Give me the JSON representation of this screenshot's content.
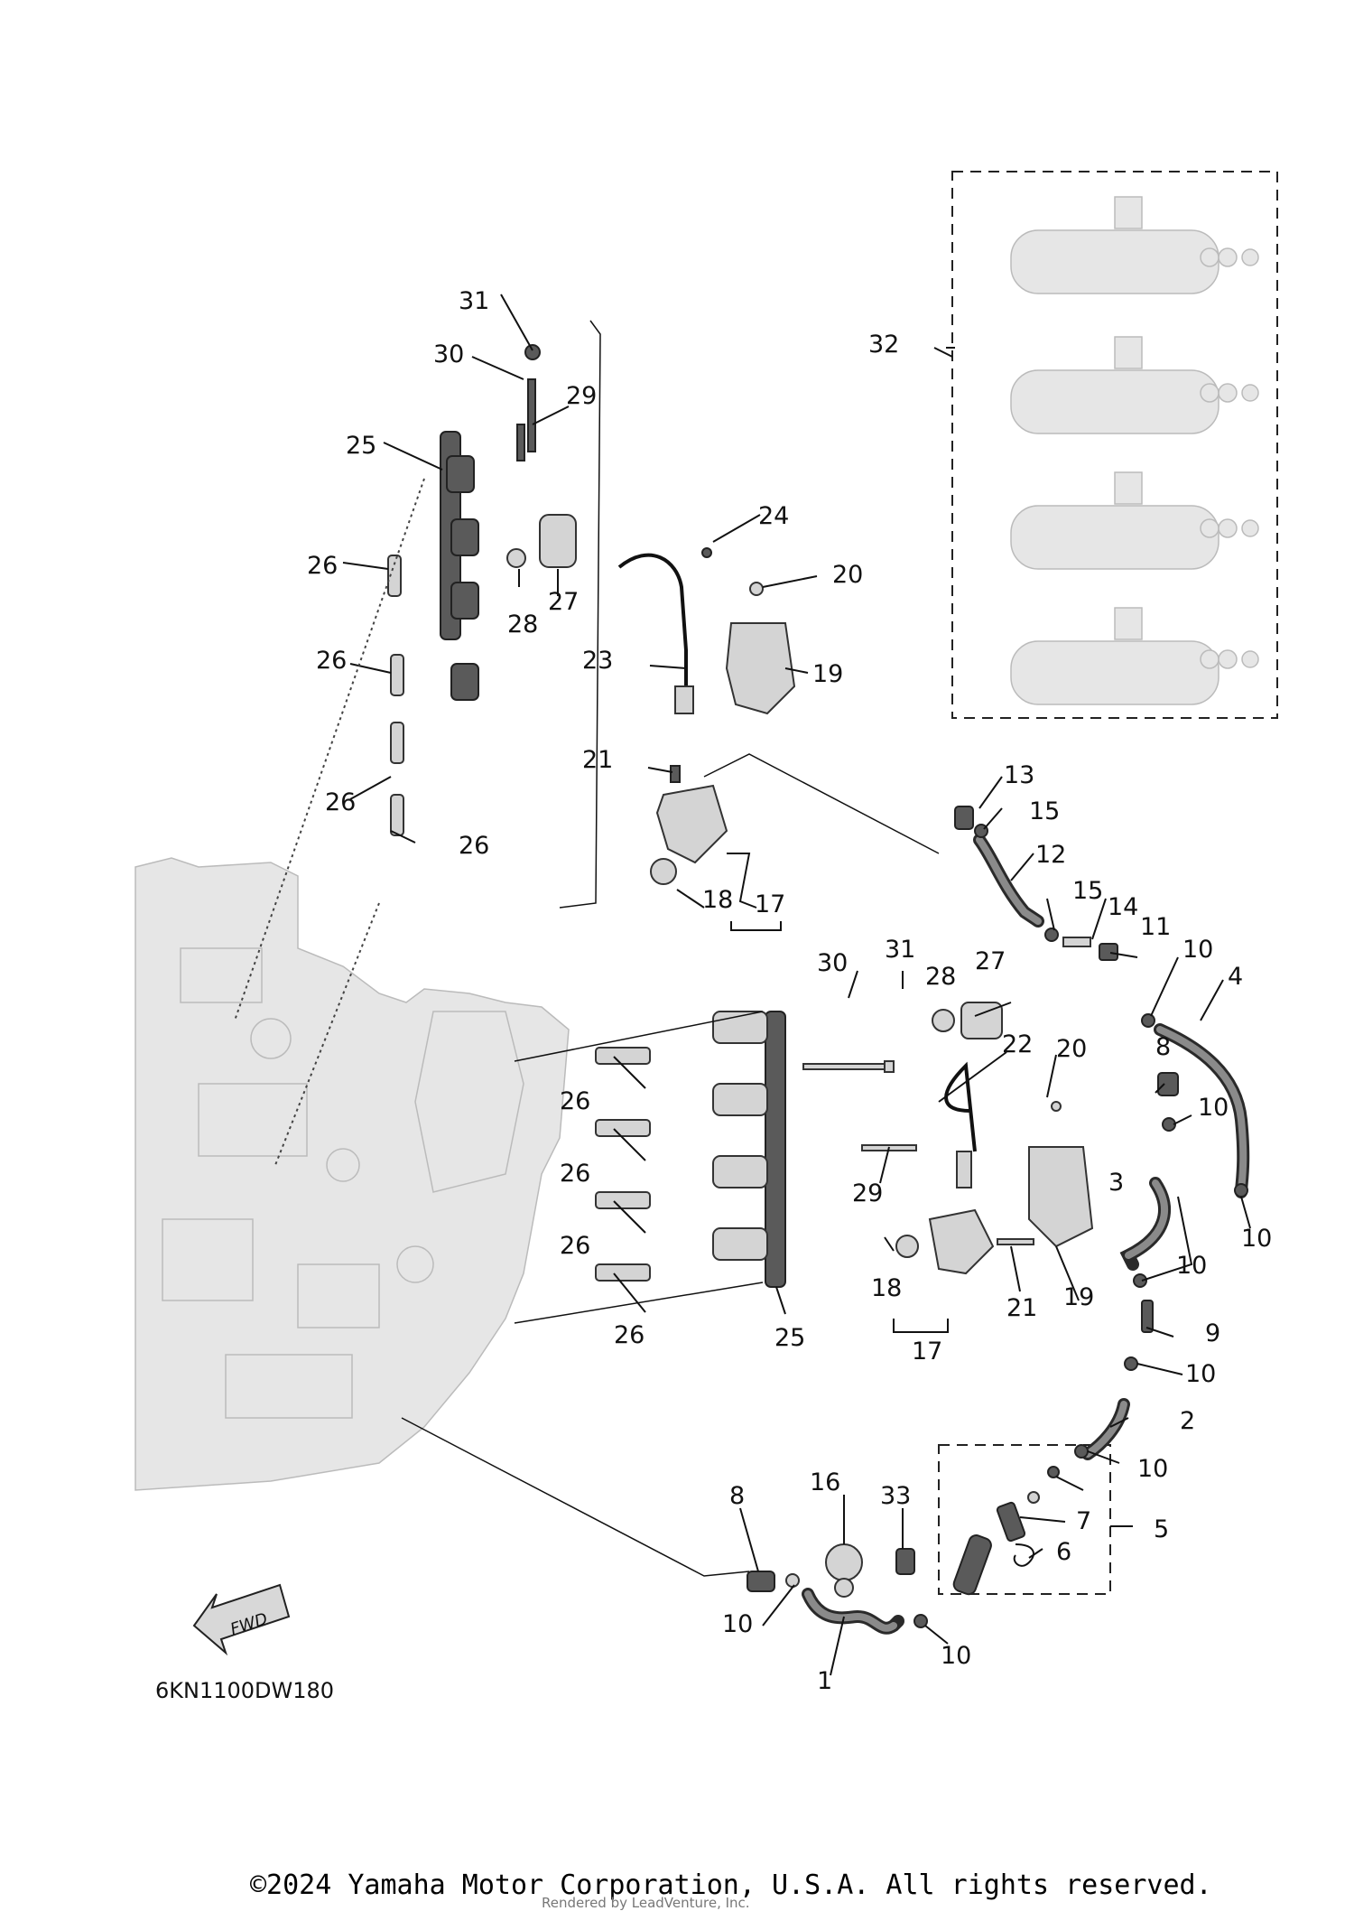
{
  "diagram": {
    "code": "6KN1100DW180",
    "fwd_label": "FWD",
    "callouts": {
      "c31a": "31",
      "c30a": "30",
      "c29a": "29",
      "c25a": "25",
      "c26a": "26",
      "c26b": "26",
      "c26c": "26",
      "c26d": "26",
      "c27a": "27",
      "c28a": "28",
      "c24": "24",
      "c20a": "20",
      "c23": "23",
      "c19a": "19",
      "c21a": "21",
      "c18a": "18",
      "c17a": "17",
      "c32": "32",
      "c13": "13",
      "c15a": "15",
      "c12": "12",
      "c15b": "15",
      "c14": "14",
      "c11": "11",
      "c10a": "10",
      "c4": "4",
      "c30b": "30",
      "c31b": "31",
      "c27b": "27",
      "c28b": "28",
      "c22": "22",
      "c20b": "20",
      "c8a": "8",
      "c10b": "10",
      "c26e": "26",
      "c26f": "26",
      "c26g": "26",
      "c26h": "26",
      "c29b": "29",
      "c3": "3",
      "c10c": "10",
      "c10d": "10",
      "c18b": "18",
      "c21b": "21",
      "c19b": "19",
      "c25b": "25",
      "c17b": "17",
      "c9": "9",
      "c10e": "10",
      "c2": "2",
      "c10f": "10",
      "c7": "7",
      "c5": "5",
      "c6": "6",
      "c8b": "8",
      "c16": "16",
      "c33": "33",
      "c10g": "10",
      "c10h": "10",
      "c1": "1"
    }
  },
  "footer": {
    "copyright": "©2024 Yamaha Motor Corporation, U.S.A. All rights reserved.",
    "rendered_by": "Rendered by LeadVenture, Inc."
  }
}
